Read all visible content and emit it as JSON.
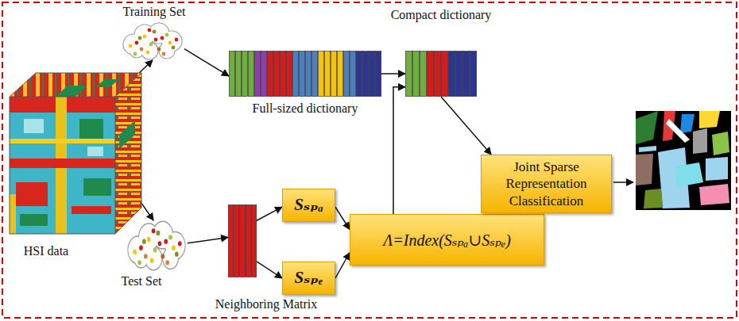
{
  "diagram": {
    "nodes": [
      {
        "text": [
          "HSI data"
        ]
      },
      {
        "text": [
          "Training Set"
        ]
      },
      {
        "text": [
          "Full-sized dictionary"
        ]
      },
      {
        "text": [
          "Compact dictionary"
        ]
      },
      {
        "text": [
          "Test Set"
        ]
      },
      {
        "text": [
          "Neighboring Matrix"
        ]
      },
      {
        "text": [
          "Sₛₚₐ"
        ]
      },
      {
        "text": [
          "Sₛₚₑ"
        ]
      },
      {
        "text": [
          "Λ=Index(Sₛₚₐ∪Sₛₚₑ)"
        ]
      },
      {
        "text": [
          "Joint Sparse Representation Classification"
        ]
      }
    ],
    "edges": [
      {
        "from": 0,
        "to": 1,
        "arrow": "to"
      },
      {
        "from": 1,
        "to": 2,
        "arrow": "to"
      },
      {
        "from": 2,
        "to": 3,
        "arrow": "to"
      },
      {
        "from": 0,
        "to": 4,
        "arrow": "to"
      },
      {
        "from": 4,
        "to": 5,
        "arrow": "to"
      },
      {
        "from": 5,
        "to": 6,
        "arrow": "to"
      },
      {
        "from": 5,
        "to": 7,
        "arrow": "to"
      },
      {
        "from": 6,
        "to": 8,
        "arrow": "to"
      },
      {
        "from": 7,
        "to": 8,
        "arrow": "to"
      },
      {
        "from": 8,
        "to": 3,
        "arrow": "to"
      },
      {
        "from": 3,
        "to": 9,
        "arrow": "to"
      }
    ]
  }
}
